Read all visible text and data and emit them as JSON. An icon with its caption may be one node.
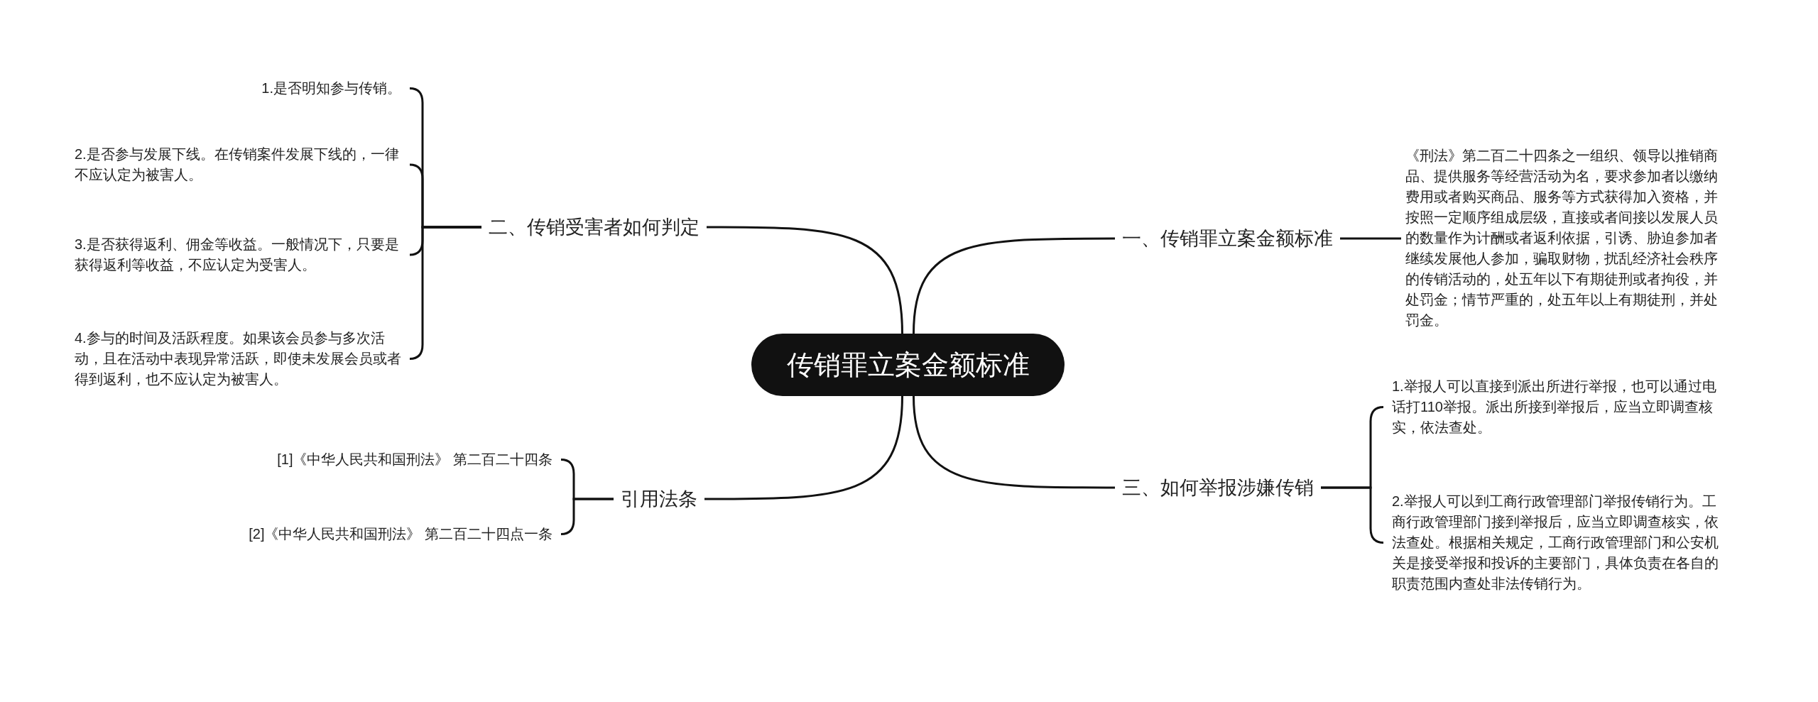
{
  "diagram": {
    "nodes": [
      {
        "text": [
          "传销罪立案金额标准"
        ]
      },
      {
        "text": [
          "一、传销罪立案金额标准"
        ]
      },
      {
        "text": [
          "《刑法》第二百二十四条之一组织、领导以推销商品、提供服务等经营活动为名，要求参加者以缴纳费用或者购买商品、服务等方式获得加入资格，并按照一定顺序组成层级，直接或者间接以发展人员的数量作为计酬或者返利依据，引诱、胁迫参加者继续发展他人参加，骗取财物，扰乱经济社会秩序的传销活动的，处五年以下有期徒刑或者拘役，并处罚金；情节严重的，处五年以上有期徒刑，并处罚金。"
        ]
      },
      {
        "text": [
          "二、传销受害者如何判定"
        ]
      },
      {
        "text": [
          "1.是否明知参与传销。"
        ]
      },
      {
        "text": [
          "2.是否参与发展下线。在传销案件发展下线的，一律不应认定为被害人。"
        ]
      },
      {
        "text": [
          "3.是否获得返利、佣金等收益。一般情况下，只要是获得返利等收益，不应认定为受害人。"
        ]
      },
      {
        "text": [
          "4.参与的时间及活跃程度。如果该会员参与多次活动，且在活动中表现异常活跃，即使未发展会员或者得到返利，也不应认定为被害人。"
        ]
      },
      {
        "text": [
          "三、如何举报涉嫌传销"
        ]
      },
      {
        "text": [
          "1.举报人可以直接到派出所进行举报，也可以通过电话打110举报。派出所接到举报后，应当立即调查核实，依法查处。"
        ]
      },
      {
        "text": [
          "2.举报人可以到工商行政管理部门举报传销行为。工商行政管理部门接到举报后，应当立即调查核实，依法查处。根据相关规定，工商行政管理部门和公安机关是接受举报和投诉的主要部门，具体负责在各自的职责范围内查处非法传销行为。"
        ]
      },
      {
        "text": [
          "引用法条"
        ]
      },
      {
        "text": [
          "[1]《中华人民共和国刑法》 第二百二十四条"
        ]
      },
      {
        "text": [
          "[2]《中华人民共和国刑法》 第二百二十四点一条"
        ]
      }
    ],
    "edges": [
      {
        "from": 0,
        "to": 1,
        "arrow": "none"
      },
      {
        "from": 1,
        "to": 2,
        "arrow": "none"
      },
      {
        "from": 0,
        "to": 3,
        "arrow": "none"
      },
      {
        "from": 3,
        "to": 4,
        "arrow": "none"
      },
      {
        "from": 3,
        "to": 5,
        "arrow": "none"
      },
      {
        "from": 3,
        "to": 6,
        "arrow": "none"
      },
      {
        "from": 3,
        "to": 7,
        "arrow": "none"
      },
      {
        "from": 0,
        "to": 8,
        "arrow": "none"
      },
      {
        "from": 8,
        "to": 9,
        "arrow": "none"
      },
      {
        "from": 8,
        "to": 10,
        "arrow": "none"
      },
      {
        "from": 0,
        "to": 11,
        "arrow": "none"
      },
      {
        "from": 11,
        "to": 12,
        "arrow": "none"
      },
      {
        "from": 11,
        "to": 13,
        "arrow": "none"
      }
    ]
  }
}
